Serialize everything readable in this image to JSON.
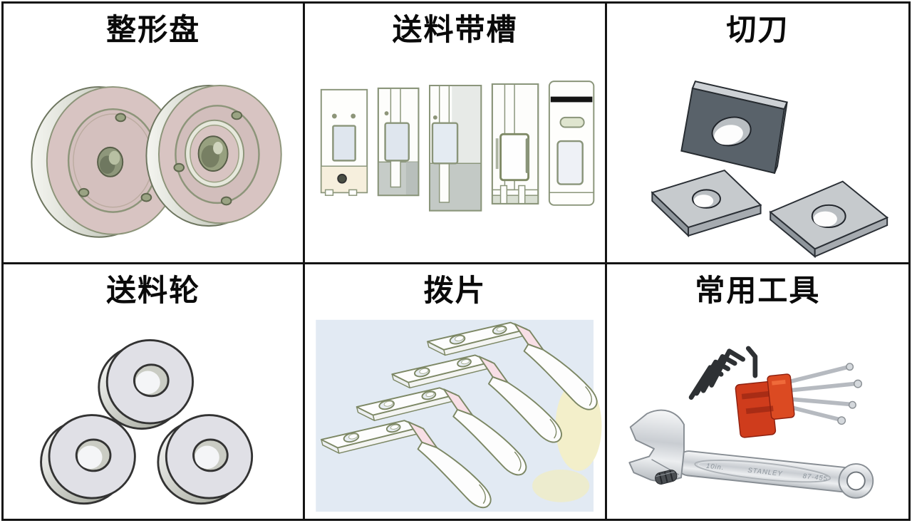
{
  "panels": [
    {
      "label": "整形盘",
      "illustration": "two-shaping-discs"
    },
    {
      "label": "送料带槽",
      "illustration": "five-feed-belt-slot-plates"
    },
    {
      "label": "切刀",
      "illustration": "three-cutter-plates"
    },
    {
      "label": "送料轮",
      "illustration": "three-feed-wheels"
    },
    {
      "label": "拨片",
      "illustration": "four-picker-blades"
    },
    {
      "label": "常用工具",
      "illustration": "hex-key-set-and-adjustable-wrench",
      "wrench_markings": {
        "size": "10in.",
        "brand": "STANLEY",
        "model": "87-455"
      }
    }
  ],
  "colors": {
    "border": "#141414",
    "disc_pink": "#d8c4c2",
    "metal_gray": "#c6cacd",
    "dark_plate": "#59626a",
    "holder_red": "#cf3c1c",
    "background_blue": "#e2eaf3",
    "background_yellow": "#f3efca",
    "outline_olive": "#7f8a66",
    "bend_pink": "#f8dfe6"
  }
}
